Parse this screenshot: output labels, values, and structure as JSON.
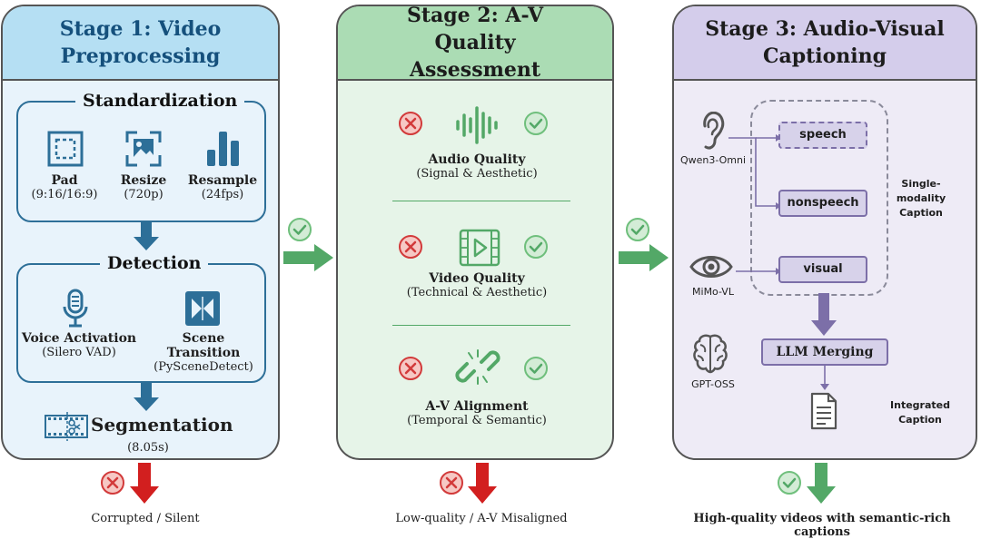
{
  "stage1": {
    "title": "Stage 1: Video Preprocessing",
    "standardization": {
      "title": "Standardization",
      "items": [
        {
          "icon": "pad-icon",
          "name": "Pad",
          "detail": "(9:16/16:9)"
        },
        {
          "icon": "resize-icon",
          "name": "Resize",
          "detail": "(720p)"
        },
        {
          "icon": "resample-icon",
          "name": "Resample",
          "detail": "(24fps)"
        }
      ]
    },
    "detection": {
      "title": "Detection",
      "items": [
        {
          "icon": "microphone-icon",
          "name": "Voice Activation",
          "detail": "(Silero VAD)"
        },
        {
          "icon": "scene-transition-icon",
          "name": "Scene Transition",
          "detail": "(PySceneDetect)"
        }
      ]
    },
    "segmentation": {
      "icon": "film-scissors-icon",
      "title": "Segmentation",
      "detail": "(8.05s)"
    },
    "reject_label": "Corrupted / Silent"
  },
  "stage2": {
    "title": "Stage 2: A-V Quality Assessment",
    "checks": [
      {
        "icon": "waveform-icon",
        "name": "Audio Quality",
        "detail": "(Signal & Aesthetic)"
      },
      {
        "icon": "video-play-icon",
        "name": "Video Quality",
        "detail": "(Technical & Aesthetic)"
      },
      {
        "icon": "chain-link-icon",
        "name": "A-V Alignment",
        "detail": "(Temporal & Semantic)"
      }
    ],
    "reject_label": "Low-quality / A-V Misaligned"
  },
  "stage3": {
    "title": "Stage 3: Audio-Visual Captioning",
    "models": {
      "audio": "Qwen3-Omni",
      "visual": "MiMo-VL",
      "merge": "GPT-OSS"
    },
    "captions": {
      "speech": "speech",
      "nonspeech": "nonspeech",
      "visual": "visual"
    },
    "single_modality_label": "Single-modality Caption",
    "merge_label": "LLM Merging",
    "integrated_label": "Integrated Caption",
    "output_label": "High-quality videos with semantic-rich captions"
  },
  "colors": {
    "stage1_header": "#b5dff3",
    "stage2_header": "#abdcb4",
    "stage3_header": "#d4cdeb",
    "reject_red": "#d23a3a",
    "accept_green": "#6fbf7c",
    "flow_arrow_green": "#53a867",
    "stage1_arrow_blue": "#2d6f98",
    "stage3_arrow_purple": "#7c6fa8"
  }
}
